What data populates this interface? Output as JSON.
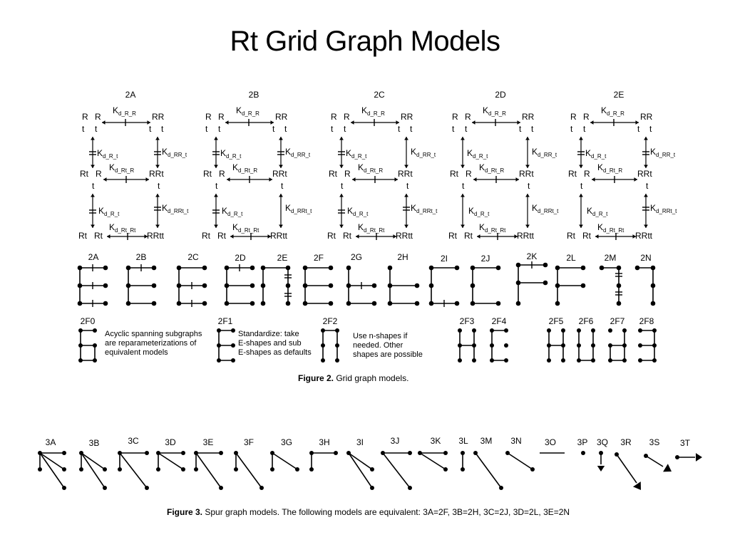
{
  "slide": {
    "title": "Rt Grid Graph Models"
  },
  "top_models": [
    {
      "label": "2A",
      "k_top": "K",
      "k_top_sub": "d_R_R",
      "r_left_1": "R",
      "r_left_2": "R",
      "r_right": "RR",
      "t_1": "t",
      "t_2": "t",
      "t_3": "t",
      "t_4": "t",
      "k_mid_left": "K",
      "k_mid_left_sub": "d_R_t",
      "k_mid_right": "K",
      "k_mid_right_sub": "d_RR_t",
      "rt_left_1": "Rt",
      "rt_left_2": "R",
      "rt_right": "RRt",
      "t_5": "t",
      "t_6": "t",
      "k_center": "K",
      "k_center_sub": "d_Rt_R",
      "k_low_left": "K",
      "k_low_left_sub": "d_R_t",
      "k_low_right": "K",
      "k_low_right_sub": "d_RRt_t",
      "bot_left_1": "Rt",
      "bot_left_2": "Rt",
      "bot_right": "RRtt",
      "k_bottom": "K",
      "k_bottom_sub": "d_Rt_Rt"
    },
    {
      "label": "2B",
      "k_top": "K",
      "k_top_sub": "d_R_R",
      "r_left_1": "R",
      "r_left_2": "R",
      "r_right": "RR",
      "t_1": "t",
      "t_2": "t",
      "t_3": "t",
      "t_4": "t",
      "k_mid_left": "K",
      "k_mid_left_sub": "d_R_t",
      "k_mid_right": "K",
      "k_mid_right_sub": "d_RR_t",
      "rt_left_1": "Rt",
      "rt_left_2": "R",
      "rt_right": "RRt",
      "t_5": "t",
      "t_6": "t",
      "k_center": "K",
      "k_center_sub": "d_Rt_R",
      "k_low_left": "K",
      "k_low_left_sub": "d_R_t",
      "k_low_right": "K",
      "k_low_right_sub": "d_RRt_t",
      "bot_left_1": "Rt",
      "bot_left_2": "Rt",
      "bot_right": "RRtt",
      "k_bottom": "K",
      "k_bottom_sub": "d_Rt_Rt"
    },
    {
      "label": "2C",
      "k_top": "K",
      "k_top_sub": "d_R_R",
      "r_left_1": "R",
      "r_left_2": "R",
      "r_right": "RR",
      "t_1": "t",
      "t_2": "t",
      "t_3": "t",
      "t_4": "t",
      "k_mid_left": "K",
      "k_mid_left_sub": "d_R_t",
      "k_mid_right": "K",
      "k_mid_right_sub": "d_RR_t",
      "rt_left_1": "Rt",
      "rt_left_2": "R",
      "rt_right": "RRt",
      "t_5": "t",
      "t_6": "t",
      "k_center": "K",
      "k_center_sub": "d_Rt_R",
      "k_low_left": "K",
      "k_low_left_sub": "d_R_t",
      "k_low_right": "K",
      "k_low_right_sub": "d_RRt_t",
      "bot_left_1": "Rt",
      "bot_left_2": "Rt",
      "bot_right": "RRtt",
      "k_bottom": "K",
      "k_bottom_sub": "d_Rt_Rt"
    },
    {
      "label": "2D",
      "k_top": "K",
      "k_top_sub": "d_R_R",
      "r_left_1": "R",
      "r_left_2": "R",
      "r_right": "RR",
      "t_1": "t",
      "t_2": "t",
      "t_3": "t",
      "t_4": "t",
      "k_mid_left": "K",
      "k_mid_left_sub": "d_R_t",
      "k_mid_right": "K",
      "k_mid_right_sub": "d_RR_t",
      "rt_left_1": "Rt",
      "rt_left_2": "R",
      "rt_right": "RRt",
      "t_5": "t",
      "t_6": "t",
      "k_center": "K",
      "k_center_sub": "d_Rt_R",
      "k_low_left": "K",
      "k_low_left_sub": "d_R_t",
      "k_low_right": "K",
      "k_low_right_sub": "d_RRt_t",
      "bot_left_1": "Rt",
      "bot_left_2": "Rt",
      "bot_right": "RRtt",
      "k_bottom": "K",
      "k_bottom_sub": "d_Rt_Rt"
    },
    {
      "label": "2E",
      "k_top": "K",
      "k_top_sub": "d_R_R",
      "r_left_1": "R",
      "r_left_2": "R",
      "r_right": "RR",
      "t_1": "t",
      "t_2": "t",
      "t_3": "t",
      "t_4": "t",
      "k_mid_left": "K",
      "k_mid_left_sub": "d_R_t",
      "k_mid_right": "K",
      "k_mid_right_sub": "d_RR_t",
      "rt_left_1": "Rt",
      "rt_left_2": "R",
      "rt_right": "RRt",
      "t_5": "t",
      "t_6": "t",
      "k_center": "K",
      "k_center_sub": "d_Rt_R",
      "k_low_left": "K",
      "k_low_left_sub": "d_R_t",
      "k_low_right": "K",
      "k_low_right_sub": "d_RRt_t",
      "bot_left_1": "Rt",
      "bot_left_2": "Rt",
      "bot_right": "RRtt",
      "k_bottom": "K",
      "k_bottom_sub": "d_Rt_Rt"
    }
  ],
  "shape_labels": [
    "2A",
    "2B",
    "2C",
    "2D",
    "2E",
    "2F",
    "2G",
    "2H",
    "2I",
    "2J",
    "2K",
    "2L",
    "2M",
    "2N"
  ],
  "lower_labels": [
    "2F0",
    "2F1",
    "2F2",
    "2F3",
    "2F4",
    "2F5",
    "2F6",
    "2F7",
    "2F8"
  ],
  "notes": {
    "acyclic": [
      "Acyclic spanning subgraphs",
      "are  reparameterizations of",
      "equivalent models"
    ],
    "standardize": [
      "Standardize: take",
      "E-shapes and sub",
      "E-shapes as defaults"
    ],
    "nshapes": [
      "Use n-shapes if",
      "needed.  Other",
      "shapes are possible"
    ]
  },
  "figure2": {
    "label": "Figure 2.",
    "text": " Grid graph models."
  },
  "spur_labels": [
    "3A",
    "3B",
    "3C",
    "3D",
    "3E",
    "3F",
    "3G",
    "3H",
    "3I",
    "3J",
    "3K",
    "3L",
    "3M",
    "3N",
    "3O",
    "3P",
    "3Q",
    "3R",
    "3S",
    "3T"
  ],
  "figure3": {
    "label": "Figure 3.",
    "text": " Spur graph models. The following models are equivalent: 3A=2F, 3B=2H, 3C=2J, 3D=2L, 3E=2N"
  }
}
